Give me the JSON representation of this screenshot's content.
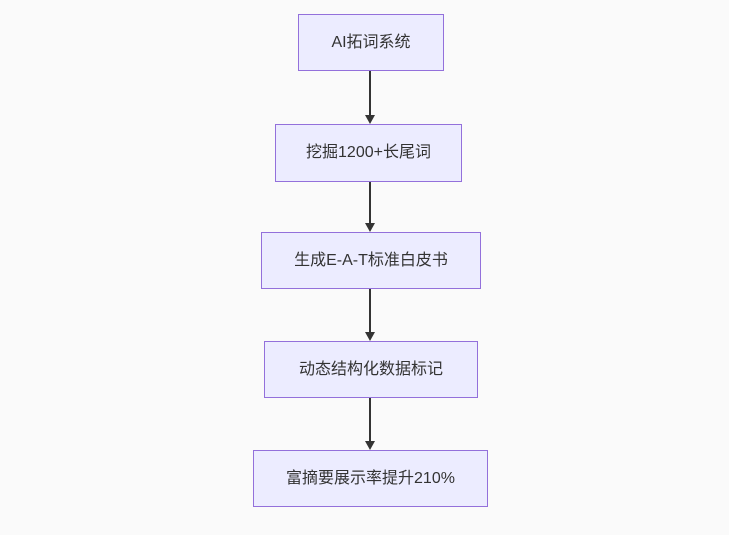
{
  "diagram": {
    "type": "flowchart-top-down",
    "nodes": [
      {
        "id": "n1",
        "label": "AI拓词系统"
      },
      {
        "id": "n2",
        "label": "挖掘1200+长尾词"
      },
      {
        "id": "n3",
        "label": "生成E-A-T标准白皮书"
      },
      {
        "id": "n4",
        "label": "动态结构化数据标记"
      },
      {
        "id": "n5",
        "label": "富摘要展示率提升210%"
      }
    ],
    "edges": [
      {
        "from": "n1",
        "to": "n2"
      },
      {
        "from": "n2",
        "to": "n3"
      },
      {
        "from": "n3",
        "to": "n4"
      },
      {
        "from": "n4",
        "to": "n5"
      }
    ],
    "colors": {
      "node_fill": "#ECECFF",
      "node_border": "#9370DB",
      "arrow": "#333333",
      "text": "#333333",
      "background": "#fafafa"
    }
  }
}
